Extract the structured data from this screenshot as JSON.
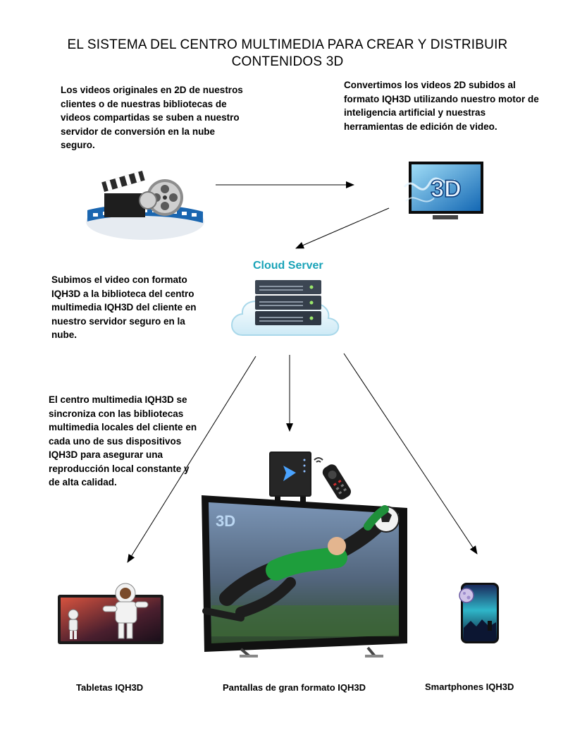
{
  "title": {
    "line1": "EL SISTEMA DEL CENTRO MULTIMEDIA PARA CREAR Y DISTRIBUIR",
    "line2": "CONTENIDOS 3D"
  },
  "steps": {
    "upload": "Los videos originales en 2D de nuestros clientes o de nuestras bibliotecas de videos compartidas se suben a nuestro servidor de conversión en la nube seguro.",
    "convert": "Convertimos los videos 2D subidos al formato IQH3D utilizando nuestro motor de inteligencia artificial y nuestras herramientas de edición de video.",
    "store": "Subimos el video con formato IQH3D a la biblioteca del centro multimedia IQH3D del cliente en nuestro servidor seguro en la nube.",
    "sync": "El centro multimedia IQH3D se sincroniza con las bibliotecas multimedia locales del cliente en cada uno de sus dispositivos IQH3D para asegurar una reproducción local constante y de alta calidad."
  },
  "cloud_server": {
    "label": "Cloud Server",
    "color": "#1aa3b8"
  },
  "tv_badge": "3D",
  "devices": {
    "tablets": "Tabletas IQH3D",
    "screens": "Pantallas de gran formato IQH3D",
    "phones": "Smartphones IQH3D"
  },
  "icons": {
    "film": "film-clapper-reel-icon",
    "tv3d": "3d-tv-icon",
    "server": "cloud-server-icon",
    "mediabox": "media-box-remote-icon",
    "tablet": "tablet-icon",
    "bigscreen": "big-tv-icon",
    "phone": "smartphone-icon"
  }
}
